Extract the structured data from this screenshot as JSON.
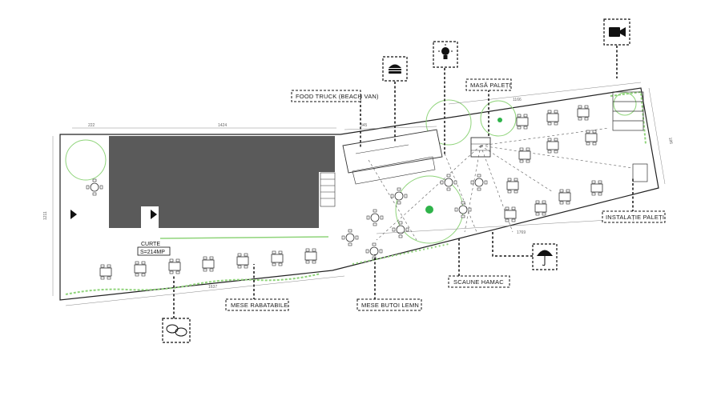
{
  "labels": {
    "food_truck": "FOOD TRUCK (BEACH VAN)",
    "masa_paleti": "MASĂ PALEȚI",
    "instalatie_paleti": "INSTALAȚIE PALEȚI",
    "scaune_hamac": "SCAUNE HAMAC",
    "mese_butoi_lemn": "MESE BUTOI LEMN",
    "mese_rabatabile": "MESE RABATABILE"
  },
  "courtyard": {
    "name": "CURTE",
    "area": "S=214MP"
  },
  "dimensions": {
    "top_left": "222",
    "top_middle": "1424",
    "food_truck_width": "345",
    "top_right": "1166",
    "bottom_left": "1637",
    "bottom_right": "1769",
    "left_side": "1211",
    "right_side": "186"
  },
  "icons": {
    "food": "burger-icon",
    "light": "lightbulb-icon",
    "camera": "video-camera-icon",
    "shade": "umbrella-icon",
    "talk": "speech-bubbles-icon"
  },
  "colors": {
    "building": "#5a5a5a",
    "greenery": "#8fd47a",
    "accent": "#2fb34a",
    "line": "#222222"
  }
}
